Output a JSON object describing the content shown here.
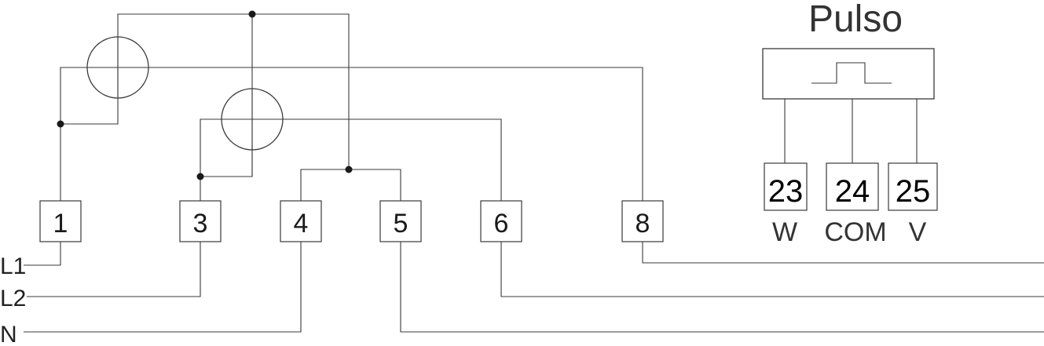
{
  "pulse": {
    "title": "Pulso",
    "terminals": [
      {
        "number": "23",
        "label": "W"
      },
      {
        "number": "24",
        "label": "COM"
      },
      {
        "number": "25",
        "label": "V"
      }
    ]
  },
  "terminals": [
    {
      "number": "1"
    },
    {
      "number": "3"
    },
    {
      "number": "4"
    },
    {
      "number": "5"
    },
    {
      "number": "6"
    },
    {
      "number": "8"
    }
  ],
  "lines": {
    "l1": "L1",
    "l2": "L2",
    "n": "N"
  }
}
